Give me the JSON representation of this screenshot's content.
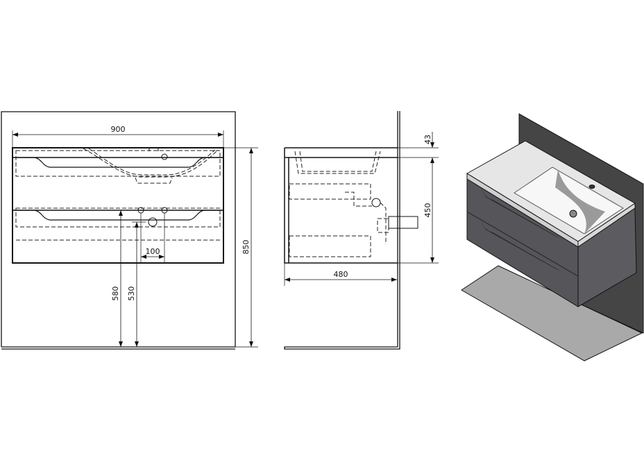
{
  "front_view": {
    "width_label": "900",
    "height_label": "850",
    "drain_height_label": "580",
    "waste_height_label": "530",
    "spacing_label": "100"
  },
  "side_view": {
    "depth_label": "480",
    "counter_thickness_label": "43",
    "cabinet_height_label": "450"
  },
  "iso_view": {
    "cabinet_color": "#55555a",
    "wall_color": "#454545",
    "floor_color": "#a9a9a9",
    "top_color": "#e6e6e6"
  }
}
